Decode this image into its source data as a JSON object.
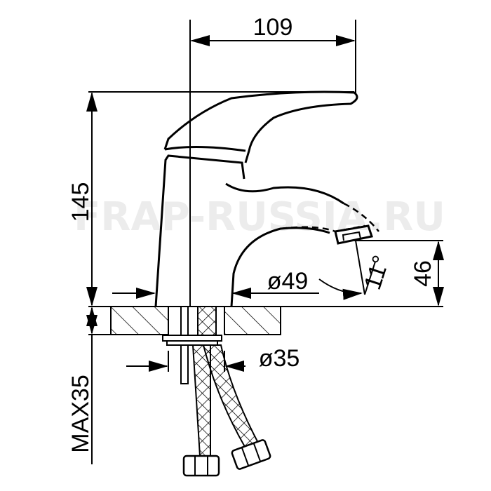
{
  "drawing": {
    "width_label": "109",
    "height_label": "145",
    "spout_height_label": "46",
    "base_diameter_label": "ø49",
    "hole_diameter_label": "ø35",
    "angle_label": "11°",
    "max_thickness_label": "MAX35",
    "watermark": "FRAP-RUSSIA.RU"
  }
}
